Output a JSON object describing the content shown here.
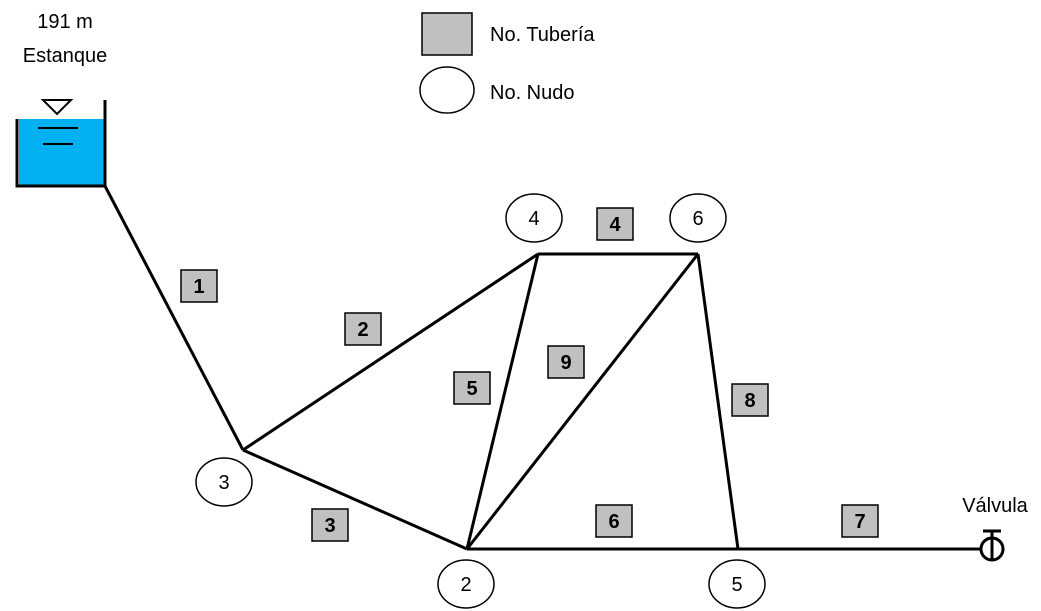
{
  "tank": {
    "elevation_label": "191 m",
    "name_label": "Estanque",
    "water_color": "#00b0f0"
  },
  "legend": {
    "pipe_label": "No. Tubería",
    "node_label": "No. Nudo",
    "pipe_box_color": "#c0c0c0"
  },
  "valve": {
    "label": "Válvula"
  },
  "nodes": [
    {
      "id": "tank",
      "label": ""
    },
    {
      "id": "n2",
      "label": "2"
    },
    {
      "id": "n3",
      "label": "3"
    },
    {
      "id": "n4",
      "label": "4"
    },
    {
      "id": "n5",
      "label": "5"
    },
    {
      "id": "n6",
      "label": "6"
    },
    {
      "id": "valve",
      "label": ""
    }
  ],
  "pipes": [
    {
      "label": "1",
      "from": "tank",
      "to": "n3"
    },
    {
      "label": "2",
      "from": "n3",
      "to": "n4"
    },
    {
      "label": "3",
      "from": "n3",
      "to": "n2"
    },
    {
      "label": "4",
      "from": "n4",
      "to": "n6"
    },
    {
      "label": "5",
      "from": "n4",
      "to": "n2"
    },
    {
      "label": "6",
      "from": "n2",
      "to": "n5"
    },
    {
      "label": "7",
      "from": "n5",
      "to": "valve"
    },
    {
      "label": "8",
      "from": "n6",
      "to": "n5"
    },
    {
      "label": "9",
      "from": "n6",
      "to": "n2"
    }
  ]
}
